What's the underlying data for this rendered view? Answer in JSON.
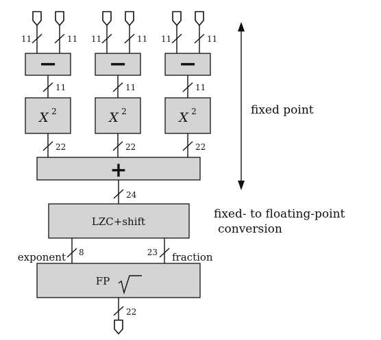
{
  "diagram": {
    "input_width": "11",
    "subtract_symbol": "−",
    "subtract_out_width": "11",
    "square_base": "X",
    "square_exp": "2",
    "square_out_width": "22",
    "adder_symbol": "+",
    "adder_out_width": "24",
    "lzc_label": "LZC+shift",
    "exponent_label": "exponent",
    "exponent_width": "8",
    "fraction_width": "23",
    "fraction_label": "fraction",
    "fp_label": "FP",
    "output_width": "22"
  },
  "annotations": {
    "fixed_point": "fixed point",
    "conversion_line1": "fixed- to floating-point",
    "conversion_line2": "conversion"
  }
}
